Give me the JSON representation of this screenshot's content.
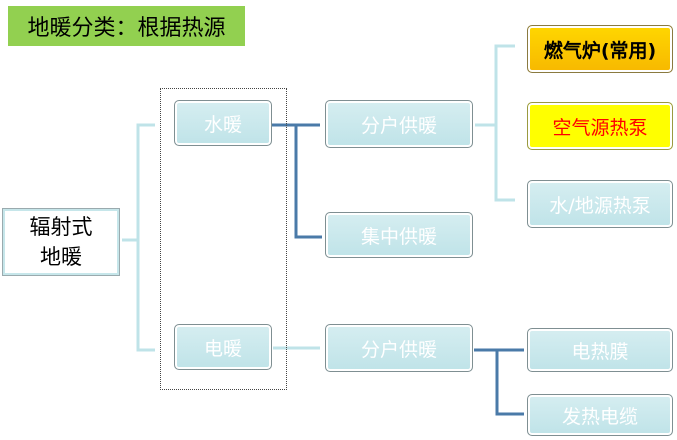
{
  "title": "地暖分类：根据热源",
  "root": {
    "line1": "辐射式",
    "line2": "地暖"
  },
  "level1": {
    "water": "水暖",
    "electric": "电暖"
  },
  "level2": {
    "water_household": "分户供暖",
    "water_central": "集中供暖",
    "electric_household": "分户供暖"
  },
  "level3": {
    "gas_boiler": "燃气炉(常用)",
    "air_heat_pump": "空气源热泵",
    "water_ground_heat_pump": "水/地源热泵",
    "heating_film": "电热膜",
    "heating_cable": "发热电缆"
  },
  "colors": {
    "box_fill": "#c9e8ec",
    "connector": "#4a7aa8",
    "bracket": "#bfe3e8",
    "title_bg": "#92d050",
    "highlight": "#ffd700",
    "air_bg": "#ffff00",
    "air_text": "#ff0000"
  }
}
